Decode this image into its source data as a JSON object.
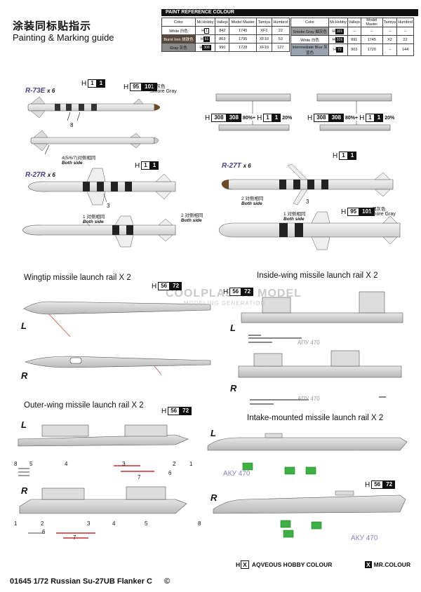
{
  "header": {
    "title_cn": "涂装同标贴指示",
    "title_en": "Painting & Marking guide"
  },
  "paint_table": {
    "title": "PAINT REFERENCE COLOUR",
    "columns": [
      "Color",
      "Mr.Hobby",
      "Vallejo",
      "Model Master",
      "Tamiya",
      "Humbrol"
    ],
    "left": [
      {
        "name": "White 白色",
        "swatch": "#ffffff",
        "code": "1",
        "vallejo": "842",
        "mm": "1745",
        "tamiya": "XF2",
        "humbrol": "22"
      },
      {
        "name": "Burnt Iron 烧铁色",
        "swatch": "#5a4a3c",
        "code": "61",
        "vallejo": "863",
        "mm": "1795",
        "tamiya": "XF10",
        "humbrol": "53"
      },
      {
        "name": "Gray 灰色",
        "swatch": "#8a8a8a",
        "code": "308",
        "vallejo": "990",
        "mm": "1728",
        "tamiya": "XF19",
        "humbrol": "127"
      }
    ],
    "right": [
      {
        "name": "Smoke Gray 烟灰色",
        "swatch": "#9a9a9a",
        "code": "101",
        "vallejo": "–",
        "mm": "–",
        "tamiya": "–",
        "humbrol": "–"
      },
      {
        "name": "White 白色",
        "swatch": "#ffffff",
        "code": "316",
        "vallejo": "991",
        "mm": "1745",
        "tamiya": "X2",
        "humbrol": "22"
      },
      {
        "name": "Intermediate Blue 灰蓝色",
        "swatch": "#9aa3ad",
        "code": "72",
        "vallejo": "903",
        "mm": "1720",
        "tamiya": "–",
        "humbrol": "144"
      }
    ]
  },
  "missiles": {
    "r73e": {
      "label": "R-73E",
      "count": "x 6",
      "code_h": "H",
      "code_a": "1",
      "code_b": "1",
      "code2_h": "H",
      "code2_a": "95",
      "code2_b": "101",
      "smoke_cn": "烟灰色",
      "smoke_en": "Smore Gray",
      "num8": "8",
      "both": "4(5/6/7)对侧相同",
      "both_en": "Both side"
    },
    "r27r": {
      "label": "R-27R",
      "count": "x 6",
      "code_h": "H",
      "code_a": "1",
      "code_b": "1",
      "num3": "3",
      "n1": "1 对侧相同",
      "n1_en": "Both side",
      "n2": "2 对侧相同",
      "n2_en": "Both side"
    },
    "r27t": {
      "label": "R-27T",
      "count": "x 6",
      "code_h": "H",
      "code_a": "1",
      "code_b": "1",
      "num3": "3",
      "n2": "2 对侧相同",
      "n2_en": "Both side",
      "n1": "1 对侧相同",
      "n1_en": "Both side",
      "code2_h": "H",
      "code2_a": "95",
      "code2_b": "101",
      "smoke_cn": "烟灰色",
      "smoke_en": "Smore Gray"
    },
    "mix1": {
      "h": "H",
      "a": "308",
      "b": "308",
      "p1": "80%+",
      "h2": "H",
      "c": "1",
      "d": "1",
      "p2": "20%"
    },
    "mix2": {
      "h": "H",
      "a": "308",
      "b": "308",
      "p1": "80%+",
      "h2": "H",
      "c": "1",
      "d": "1",
      "p2": "20%"
    }
  },
  "rails": {
    "wingtip": {
      "title": "Wingtip missile launch rail  X  2",
      "h": "H",
      "a": "56",
      "b": "72",
      "L": "L",
      "R": "R"
    },
    "inside": {
      "title": "Inside-wing missile launch rail  X  2",
      "h": "H",
      "a": "56",
      "b": "72",
      "L": "L",
      "R": "R",
      "stencil": "АПУ 470"
    },
    "outer": {
      "title": "Outer-wing missile launch rail  X  2",
      "h": "H",
      "a": "56",
      "b": "72",
      "L": "L",
      "R": "R",
      "nums_top": [
        "8",
        "5",
        "4",
        "3",
        "2",
        "1"
      ],
      "nums_top2": [
        "6",
        "7"
      ],
      "nums_bot": [
        "1",
        "2",
        "3",
        "4",
        "5",
        "6",
        "7",
        "8"
      ]
    },
    "intake": {
      "title": "Intake-mounted missile launch rail  X  2",
      "h": "H",
      "a": "56",
      "b": "72",
      "L": "L",
      "R": "R",
      "stencil": "АКУ 470"
    }
  },
  "legend": {
    "aq_h": "H",
    "aq_x": "X",
    "aq_text": "AQVEOUS HOBBY COLOUR",
    "mr_x": "X",
    "mr_text": "MR.COLOUR"
  },
  "footer": {
    "text": "01645 1/72 Russian Su-27UB Flanker C",
    "copy": "©"
  },
  "watermark": {
    "line1": "COOLPLASTIC MODEL",
    "line2": "MODELING GENERATION"
  }
}
